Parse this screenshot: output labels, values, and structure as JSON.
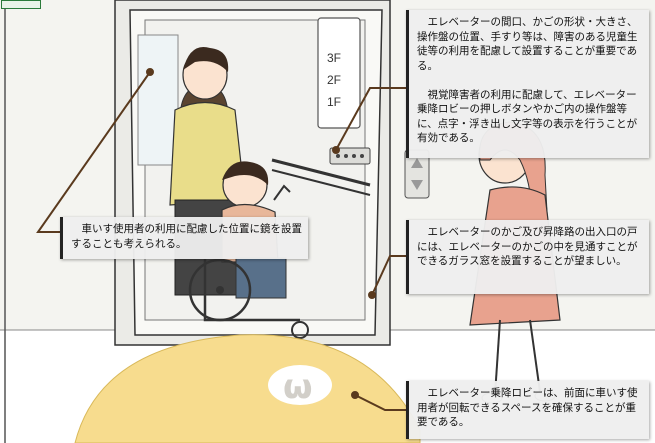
{
  "callouts": {
    "elevator_design": "　エレベーターの間口、かごの形状・大きさ、操作盤の位置、手すり等は、障害のある児童生徒等の利用を配慮して設置することが重要である。\n\n　視覚障害者の利用に配慮して、エレベーター乗降ロビーの押しボタンやかご内の操作盤等に、点字・浮き出し文字等の表示を行うことが有効である。",
    "mirror": "　車いす使用者の利用に配慮した位置に鏡を設置することも考えられる。",
    "glass_window": "　エレベーターのかご及び昇降路の出入口の戸には、エレベーターのかごの中を見通すことができるガラス窓を設置することが望ましい。",
    "lobby_space": "　エレベーター乗降ロビーは、前面に車いす使用者が回転できるスペースを確保することが重要である。"
  },
  "floor_buttons": [
    "3F",
    "2F",
    "1F"
  ],
  "floor_mark": "ω",
  "colors": {
    "wall": "#f2f2ee",
    "door_frame": "#e8e8e4",
    "outline": "#3a3a3a",
    "floor_mat": "#f7dc8e",
    "caregiver_shirt": "#e9dd8a",
    "wheelchair_user_shirt": "#e8b79a",
    "girl_dress": "#e8a28e",
    "leader_line": "#5a3a1e"
  }
}
